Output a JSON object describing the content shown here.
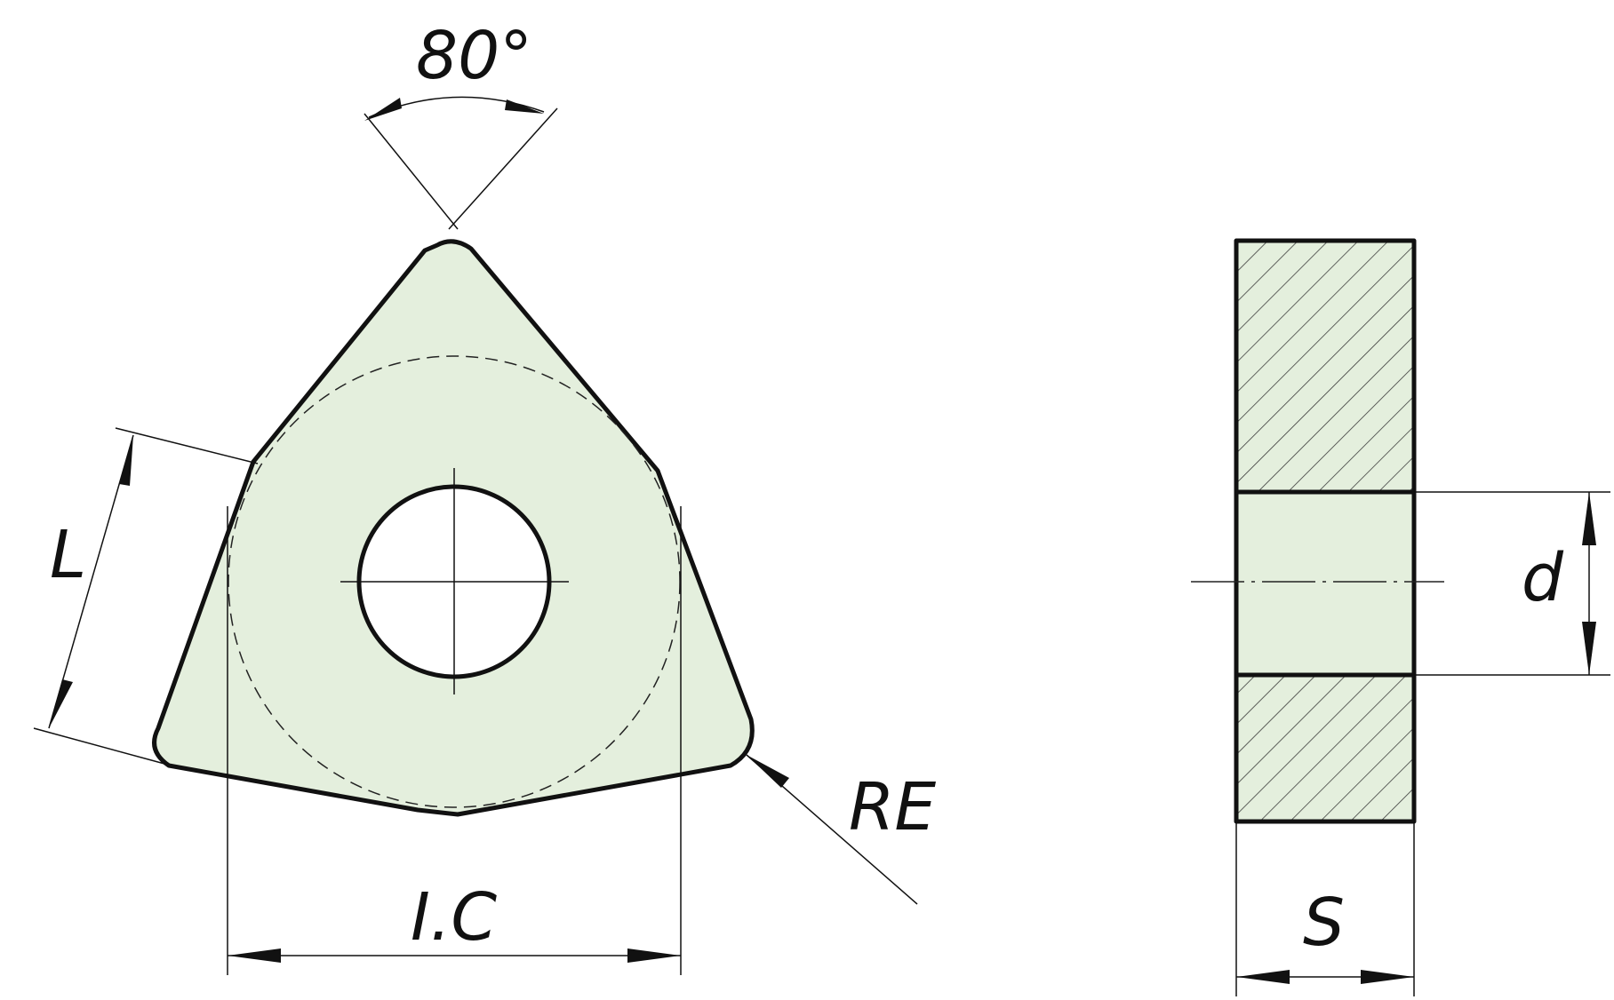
{
  "dimensions": {
    "angle": "80°",
    "edge_length": "L",
    "inscribed_circle": "I.C",
    "corner_radius": "RE",
    "hole_diameter": "d",
    "thickness": "S"
  },
  "colors": {
    "fill": "#e4efdd",
    "line": "#111111",
    "hatch": "#333333"
  }
}
